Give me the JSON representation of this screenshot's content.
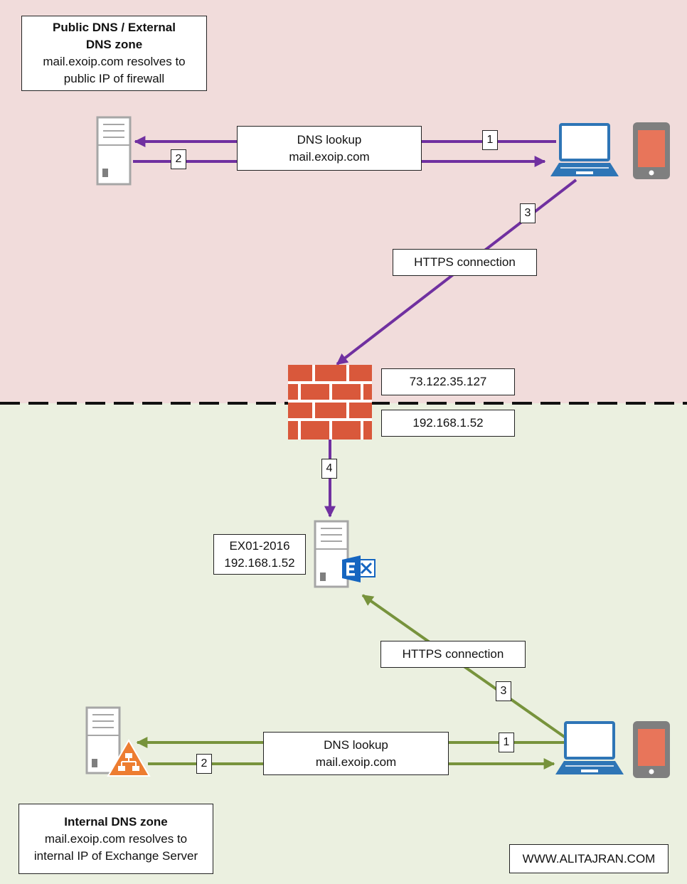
{
  "external_zone": {
    "title": "Public DNS / External DNS zone",
    "desc_line1": "mail.exoip.com resolves to",
    "desc_line2": "public IP of firewall",
    "dns_lookup_label": "DNS lookup",
    "dns_lookup_host": "mail.exoip.com",
    "https_label": "HTTPS connection",
    "step_1": "1",
    "step_2": "2",
    "step_3": "3"
  },
  "firewall": {
    "public_ip": "73.122.35.127",
    "private_ip": "192.168.1.52",
    "step_4": "4"
  },
  "exchange_server": {
    "name": "EX01-2016",
    "ip": "192.168.1.52"
  },
  "internal_zone": {
    "title": "Internal DNS zone",
    "desc_line1": "mail.exoip.com resolves to",
    "desc_line2": "internal IP of Exchange Server",
    "dns_lookup_label": "DNS lookup",
    "dns_lookup_host": "mail.exoip.com",
    "https_label": "HTTPS connection",
    "step_1": "1",
    "step_2": "2",
    "step_3": "3"
  },
  "watermark": "WWW.ALITAJRAN.COM",
  "colors": {
    "external_bg": "#f1dcdb",
    "internal_bg": "#ebf0e0",
    "external_flow": "#7030a0",
    "internal_flow": "#77933c",
    "firewall": "#d9583b",
    "laptop": "#2e75b6",
    "phone": "#e8755a",
    "exchange": "#1565c0",
    "dns_badge": "#ed7d31"
  },
  "icons": {
    "external_dns_server": "server-icon",
    "internal_dns_server": "dns-server-icon",
    "laptop": "laptop-icon",
    "phone": "phone-icon",
    "firewall": "firewall-icon",
    "exchange_server": "exchange-server-icon"
  }
}
